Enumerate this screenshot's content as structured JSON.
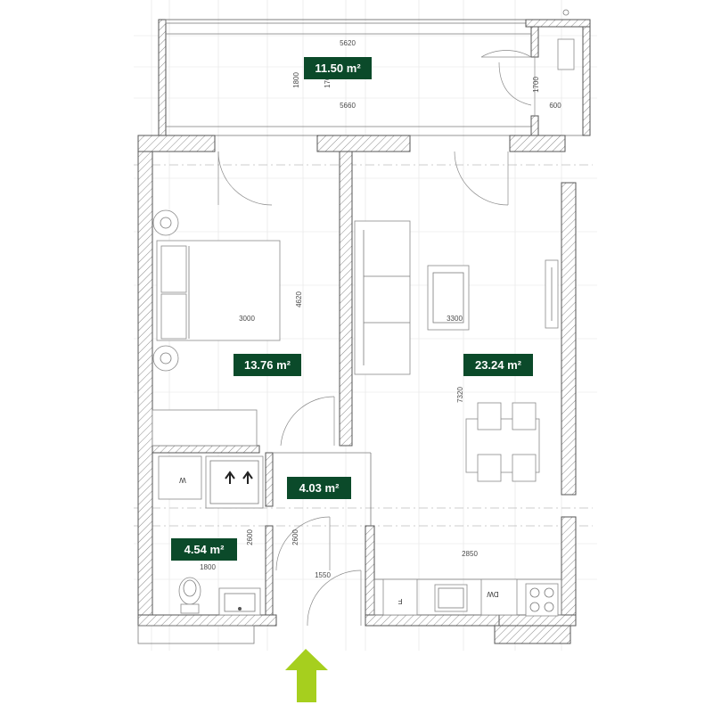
{
  "rooms": {
    "terrace_area": "11.50 m²",
    "bedroom_area": "13.76 m²",
    "living_area": "23.24 m²",
    "hall_area": "4.03 m²",
    "bathroom_area": "4.54 m²"
  },
  "dimensions": {
    "terrace_top": "5620",
    "terrace_bottom": "5660",
    "terrace_height_a": "1800",
    "terrace_height_b": "1760",
    "terrace_side_height": "1700",
    "terrace_side_width": "600",
    "bedroom_width": "3000",
    "bedroom_height": "4620",
    "living_width": "3300",
    "living_height": "7320",
    "bath_height_a": "2600",
    "bath_height_b": "2600",
    "bath_width": "1800",
    "hall_width": "1550",
    "kitchen_width": "2850"
  },
  "appliances": {
    "washer": "W",
    "fridge": "F",
    "dishwasher": "DW"
  },
  "colors": {
    "label_bg": "#0b4a2a",
    "entrance_arrow": "#a6cf1e",
    "wall_line": "#555555"
  },
  "icons": {
    "entrance": "entrance-arrow-icon",
    "hob": "hob-icon",
    "toilet": "toilet-icon",
    "sink": "sink-icon",
    "shower": "shower-icon"
  }
}
